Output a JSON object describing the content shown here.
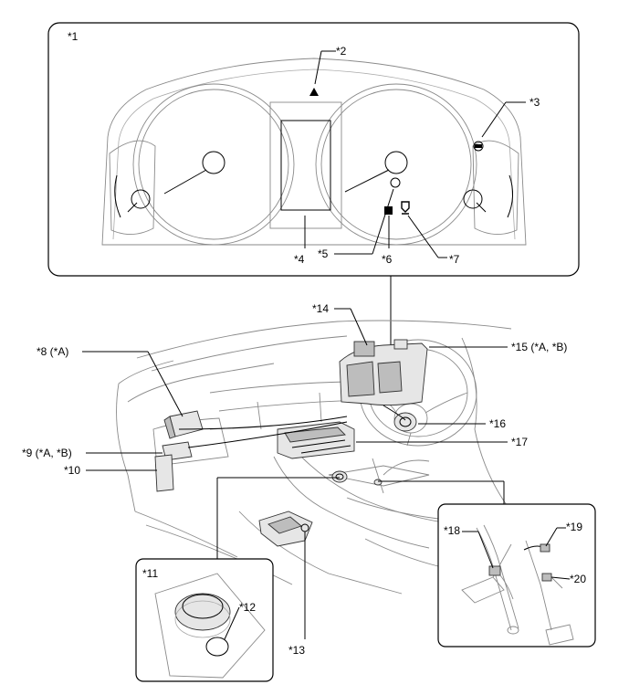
{
  "callouts": {
    "c1": "*1",
    "c2": "*2",
    "c3": "*3",
    "c4": "*4",
    "c5": "*5",
    "c6": "*6",
    "c7": "*7",
    "c8": "*8 (*A)",
    "c9": "*9 (*A, *B)",
    "c10": "*10",
    "c11": "*11",
    "c12": "*12",
    "c13": "*13",
    "c14": "*14",
    "c15": "*15 (*A, *B)",
    "c16": "*16",
    "c17": "*17",
    "c18": "*18",
    "c19": "*19",
    "c20": "*20"
  },
  "colors": {
    "line": "#000000",
    "vehicle_line": "#8a8a8a",
    "part_fill": "#e6e6e6",
    "part_dark": "#bdbdbd"
  }
}
